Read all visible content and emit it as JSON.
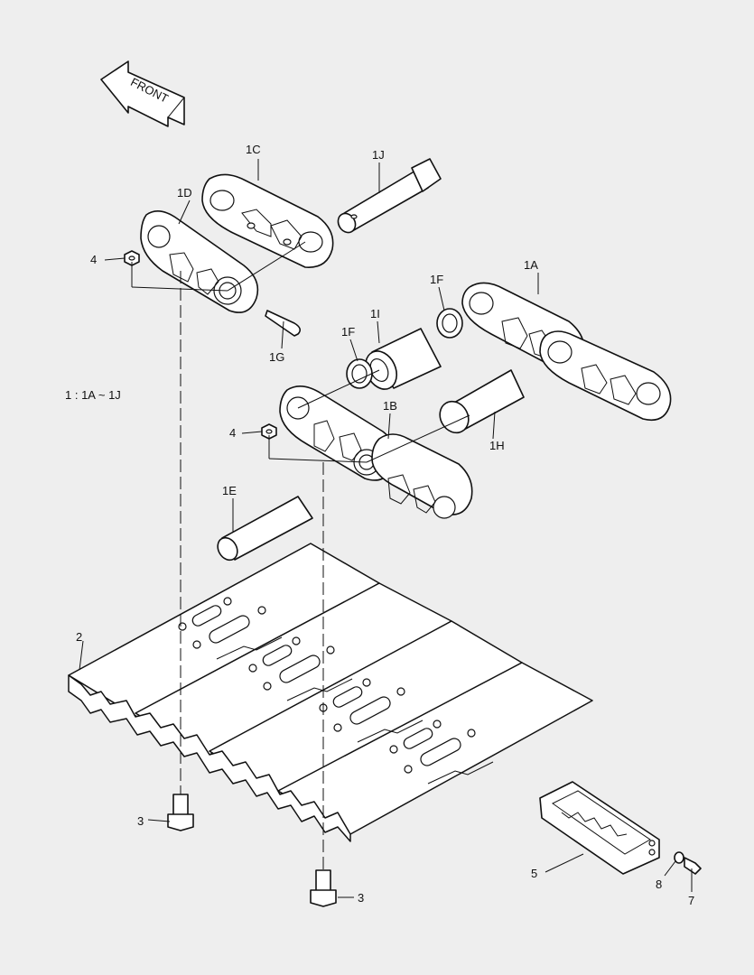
{
  "front_label": "FRONT",
  "legend": "1 : 1A ~ 1J",
  "parts": {
    "p1A": "1A",
    "p1B": "1B",
    "p1C": "1C",
    "p1D": "1D",
    "p1E": "1E",
    "p1F_left": "1F",
    "p1F_right": "1F",
    "p1G": "1G",
    "p1H": "1H",
    "p1I": "1I",
    "p1J": "1J",
    "p2": "2",
    "p3_left": "3",
    "p3_right": "3",
    "p4_top": "4",
    "p4_mid": "4",
    "p5": "5",
    "p7": "7",
    "p8": "8"
  }
}
